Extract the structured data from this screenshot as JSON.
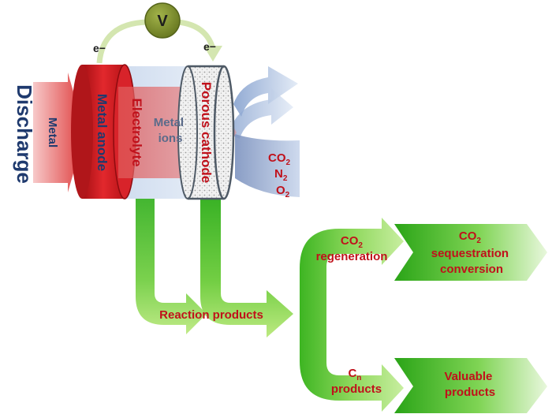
{
  "voltmeter_label": "V",
  "electron_label": "e−",
  "discharge_label": "Discharge",
  "metal_label": "Metal",
  "anode_label": "Metal anode",
  "electrolyte_label": "Electrolyte",
  "ions_label": {
    "line1": "Metal",
    "line2": "ions"
  },
  "cathode_label": "Porous cathode",
  "gases": [
    {
      "base": "CO",
      "sub": "2"
    },
    {
      "base": "N",
      "sub": "2"
    },
    {
      "base": "O",
      "sub": "2"
    }
  ],
  "reaction_products_label": "Reaction products",
  "co2_regeneration": {
    "base": "CO",
    "sub": "2",
    "line2": "regeneration"
  },
  "cn_products": {
    "base": "C",
    "sub": "n",
    "line2": "products"
  },
  "co2_sequestration": {
    "base": "CO",
    "sub": "2",
    "line2": "sequestration",
    "line3": "conversion"
  },
  "valuable_products": {
    "line1": "Valuable",
    "line2": "products"
  },
  "colors": {
    "anode_red": "#d81e24",
    "arrow_green": "#3cb521",
    "voltmeter_olive": "#7d8c2c",
    "label_red": "#c0111b",
    "gas_arrow_blue": "#a9bfe0"
  }
}
